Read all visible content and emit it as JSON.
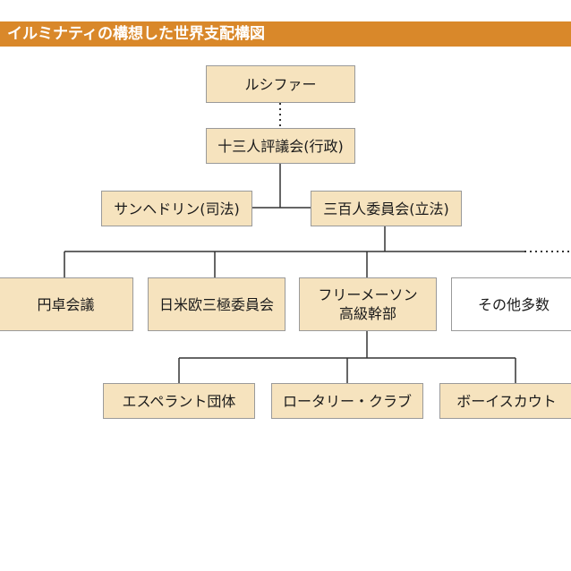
{
  "header": {
    "title": "イルミナティの構想した世界支配構図"
  },
  "nodes": {
    "lucifer": "ルシファー",
    "council13": "十三人評議会(行政)",
    "sanhedrin": "サンヘドリン(司法)",
    "committee300": "三百人委員会(立法)",
    "round_table": "円卓会議",
    "trilateral": "日米欧三極委員会",
    "freemason_line1": "フリーメーソン",
    "freemason_line2": "高級幹部",
    "others": "その他多数",
    "esperanto": "エスペラント団体",
    "rotary": "ロータリー・クラブ",
    "boyscout": "ボーイスカウト"
  },
  "colors": {
    "header_bar": "#d9882a",
    "node_fill": "#f6e3be",
    "node_border": "#9a9a9a",
    "connector": "#333333"
  }
}
